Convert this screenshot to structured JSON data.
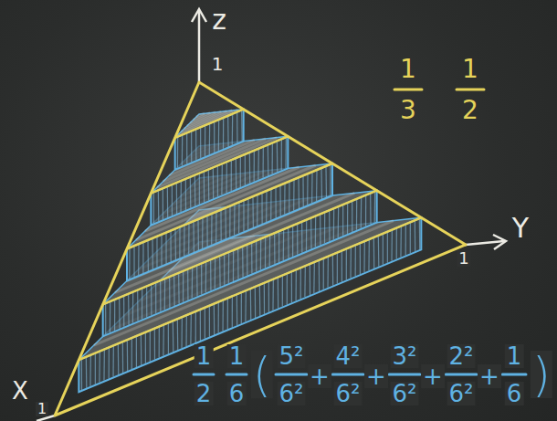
{
  "diagram": {
    "labels": [
      "z",
      "1",
      "Y",
      "1",
      "X",
      "1",
      "1",
      "3",
      "1",
      "2",
      "1",
      "2",
      "1",
      "6",
      "(",
      "5²",
      "6²",
      "+",
      "4²",
      "6²",
      "+",
      "3²",
      "6²",
      "+",
      "2²",
      "6²",
      "+",
      "1",
      "6",
      ")"
    ]
  }
}
